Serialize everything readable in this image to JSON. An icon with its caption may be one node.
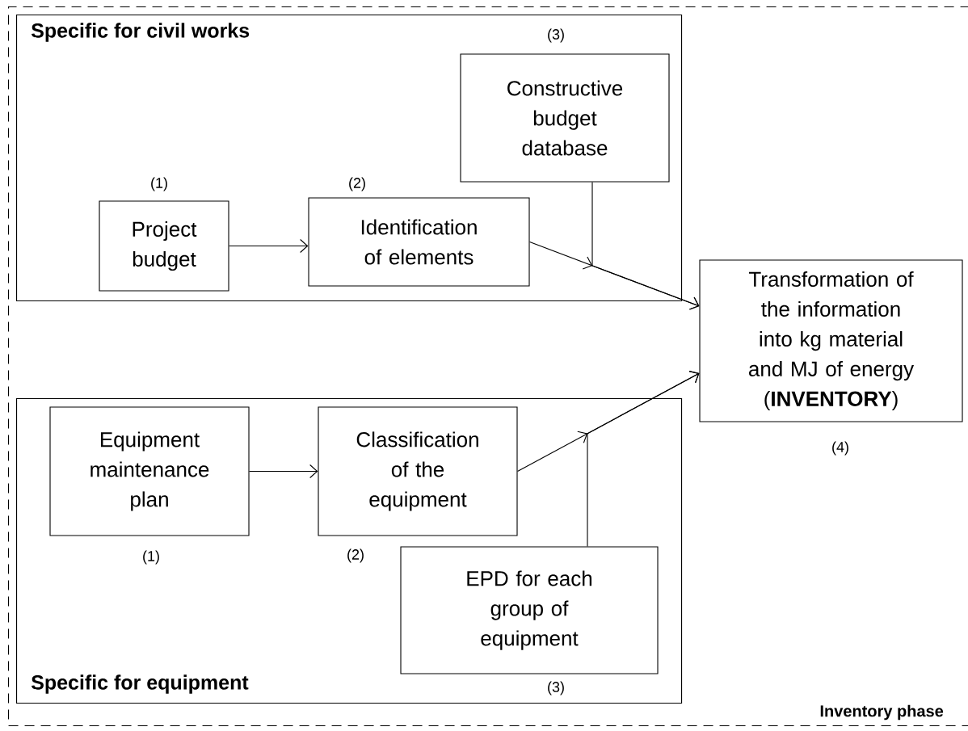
{
  "diagram": {
    "nodes": [
      {
        "text": [
          "Inventory phase"
        ]
      },
      {
        "text": [
          "Specific for civil works"
        ],
        "in": 0
      },
      {
        "text": [
          "Project budget"
        ],
        "in": 1,
        "beside": [
          "(1)"
        ]
      },
      {
        "text": [
          "Identification of elements"
        ],
        "in": 1,
        "beside": [
          "(2)"
        ]
      },
      {
        "text": [
          "Constructive budget database"
        ],
        "in": 1,
        "beside": [
          "(3)"
        ]
      },
      {
        "text": [
          "Transformation of the information into kg material and MJ of energy (**INVENTORY**)"
        ],
        "in": 0,
        "beside": [
          "(4)"
        ]
      },
      {
        "text": [
          "Specific for equipment"
        ],
        "in": 0
      },
      {
        "text": [
          "Equipment maintenance plan"
        ],
        "in": 6,
        "beside": [
          "(1)"
        ]
      },
      {
        "text": [
          "Classification of the equipment"
        ],
        "in": 6,
        "beside": [
          "(2)"
        ]
      },
      {
        "text": [
          "EPD for each group of equipment"
        ],
        "in": 6,
        "beside": [
          "(3)"
        ]
      }
    ],
    "edges": [
      {
        "from": 2,
        "to": 3,
        "arrow": "to"
      },
      {
        "from": 3,
        "to": 5,
        "arrow": "to"
      },
      {
        "from": 4,
        "to": 5,
        "arrow": "to"
      },
      {
        "from": 7,
        "to": 8,
        "arrow": "to"
      },
      {
        "from": 8,
        "to": 5,
        "arrow": "to"
      },
      {
        "from": 9,
        "to": 5,
        "arrow": "to"
      }
    ]
  }
}
